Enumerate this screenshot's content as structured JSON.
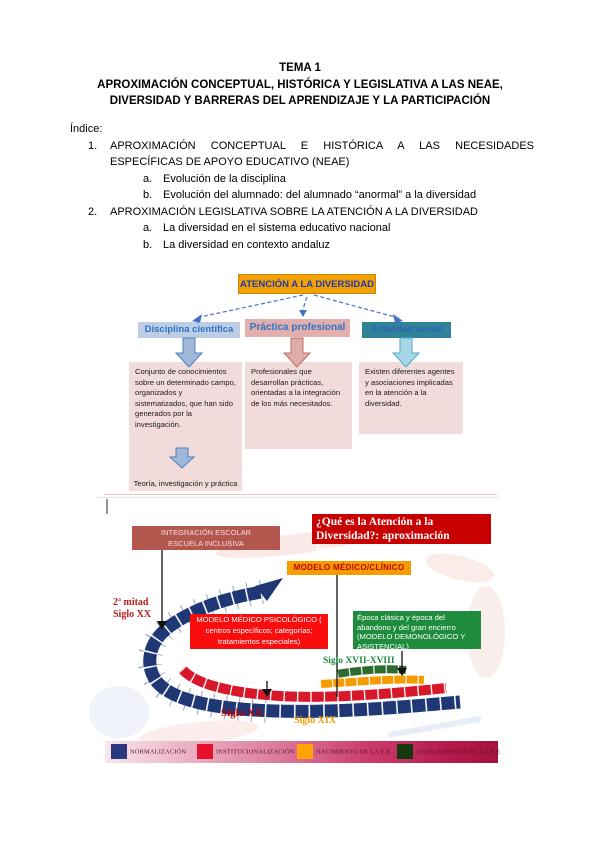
{
  "doc": {
    "title_lines": [
      "TEMA 1",
      "APROXIMACIÓN CONCEPTUAL, HISTÓRICA Y LEGISLATIVA A LAS NEAE,",
      "DIVERSIDAD Y BARRERAS DEL APRENDIZAJE Y LA PARTICIPACIÓN"
    ],
    "index_heading": "Índice:",
    "index": [
      {
        "num": "1.",
        "line1": "APROXIMACIÓN CONCEPTUAL E HISTÓRICA A LAS NECESIDADES",
        "line2": "ESPECÍFICAS DE APOYO EDUCATIVO (NEAE)",
        "subs": [
          {
            "num": "a.",
            "text": "Evolución de la disciplina"
          },
          {
            "num": "b.",
            "text": "Evolución del alumnado: del alumnado “anormal” a la diversidad"
          }
        ]
      },
      {
        "num": "2.",
        "line1": "APROXIMACIÓN LEGISLATIVA SOBRE LA ATENCIÓN A LA DIVERSIDAD",
        "subs": [
          {
            "num": "a.",
            "text": "La diversidad en el sistema educativo nacional"
          },
          {
            "num": "b.",
            "text": "La diversidad en contexto andaluz"
          }
        ]
      }
    ]
  },
  "diagram1": {
    "root_label": "ATENCIÓN A LA DIVERSIDAD",
    "branches": [
      {
        "label": "Disciplina científica",
        "body": "Conjunto de conocimientos sobre un determinado campo, organizados y sistematizados, que han sido generados por la investigación.",
        "footer": "Teoría, investigación y práctica"
      },
      {
        "label": "Práctica profesional",
        "body": "Profesionales que desarrollan prácticas, orientadas a la integración de los más necesitados."
      },
      {
        "label": "Actividad social",
        "body": "Existen diferentes agentes y asociaciones implicadas en la atención a la diversidad."
      }
    ],
    "colors": {
      "root_bg": "#F2A104",
      "branch1_bg": "#BCCDE4",
      "branch2_bg": "#E2AFAE",
      "branch3_bg": "#2F8399",
      "body_bg": "#F2DCDB"
    }
  },
  "diagram2": {
    "title_line1": "¿Qué es la Atención a la",
    "title_line2": "Diversidad?: aproximación histórica",
    "box_integracion_line1": "INTEGRACIÓN ESCOLAR",
    "box_integracion_line2": "ESCUELA INCLUSIVA",
    "box_modelo_clinico": "MODELO MÉDICO/CLÍNICO",
    "box_modelo_psicologico": "MODELO MÉDICO PSICOLÓGICO ( centros específicos; categorías; tratamientos especiales)",
    "box_epoca": "Época clásica y época del abandono y del gran encierro (MODELO DEMONOLÓGICO Y ASISTENCIAL)",
    "label_mitad": "2ª mitad Siglo XX",
    "label_siglo_xvii": "Siglo XVII-XVIII",
    "label_siglo_xx": "Siglo XX",
    "label_siglo_xix": "Siglo XIX",
    "band_colors": {
      "normalizacion": "#1F3875",
      "institucionalizacion": "#D7182A",
      "nacimiento": "#F59C00",
      "antecedentes": "#2E6B2E"
    },
    "legend": [
      {
        "label": "NORMALIZACIÓN",
        "color": "#2B3A7E"
      },
      {
        "label": "INSTITUCIONALIZACIÓN",
        "color": "#E8112D"
      },
      {
        "label": "NACIMIENTO DE LA E.E",
        "color": "#FFA400"
      },
      {
        "label": "ANTECEDENTES DE LA E.E",
        "color": "#16380F"
      }
    ]
  }
}
